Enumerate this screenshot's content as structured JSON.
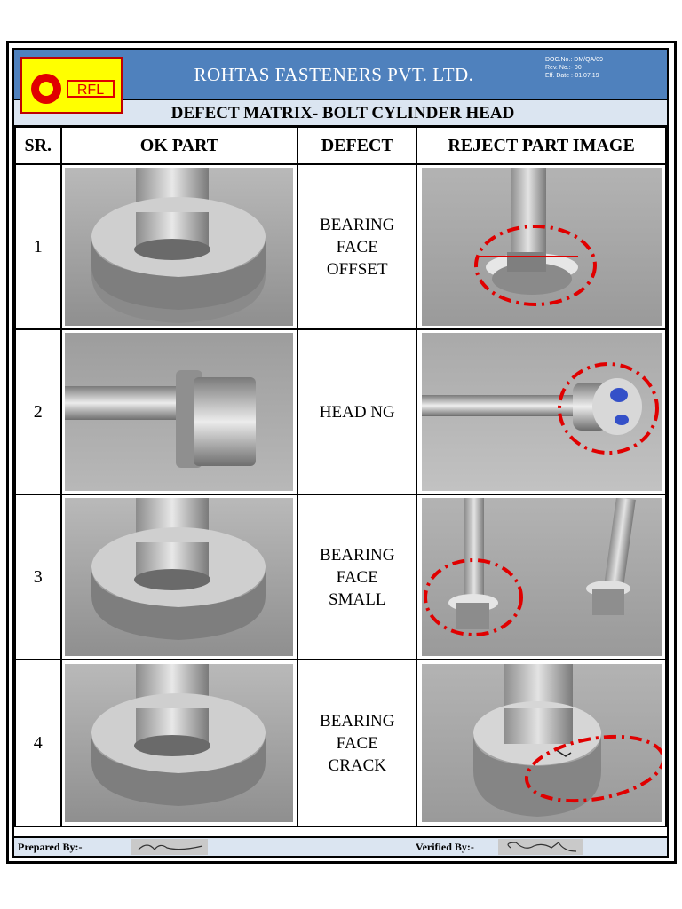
{
  "header": {
    "logo_text": "RFL",
    "company": "ROHTAS FASTENERS PVT. LTD.",
    "doc_no": "DOC.No.: DM/QA/09",
    "rev_no": "Rev. No.:- 00",
    "eff_date": "Eff. Date :-01.07.19",
    "subtitle": "DEFECT MATRIX- BOLT CYLINDER HEAD"
  },
  "table": {
    "columns": [
      "SR.",
      "OK PART",
      "DEFECT",
      "REJECT PART IMAGE"
    ],
    "rows": [
      {
        "sr": "1",
        "defect_lines": [
          "BEARING",
          "FACE",
          "OFFSET"
        ],
        "ok_image": "bolt-flange-head-photo",
        "reject_image": "bolt-bearing-face-offset-photo"
      },
      {
        "sr": "2",
        "defect_lines": [
          "HEAD NG"
        ],
        "ok_image": "bolt-side-view-photo",
        "reject_image": "bolt-head-ng-photo"
      },
      {
        "sr": "3",
        "defect_lines": [
          "BEARING",
          "FACE",
          "SMALL"
        ],
        "ok_image": "bolt-flange-head-photo",
        "reject_image": "bolt-bearing-face-small-photo"
      },
      {
        "sr": "4",
        "defect_lines": [
          "BEARING",
          "FACE",
          "CRACK"
        ],
        "ok_image": "bolt-flange-head-photo",
        "reject_image": "bolt-bearing-face-crack-photo"
      }
    ]
  },
  "footer": {
    "prepared_label": "Prepared By:-",
    "verified_label": "Verified By:-"
  },
  "colors": {
    "header_blue": "#4f81bd",
    "subheader_light_blue": "#dbe5f1",
    "logo_yellow": "#ffff00",
    "logo_red": "#e00000",
    "defect_marker_red": "#e00000"
  }
}
